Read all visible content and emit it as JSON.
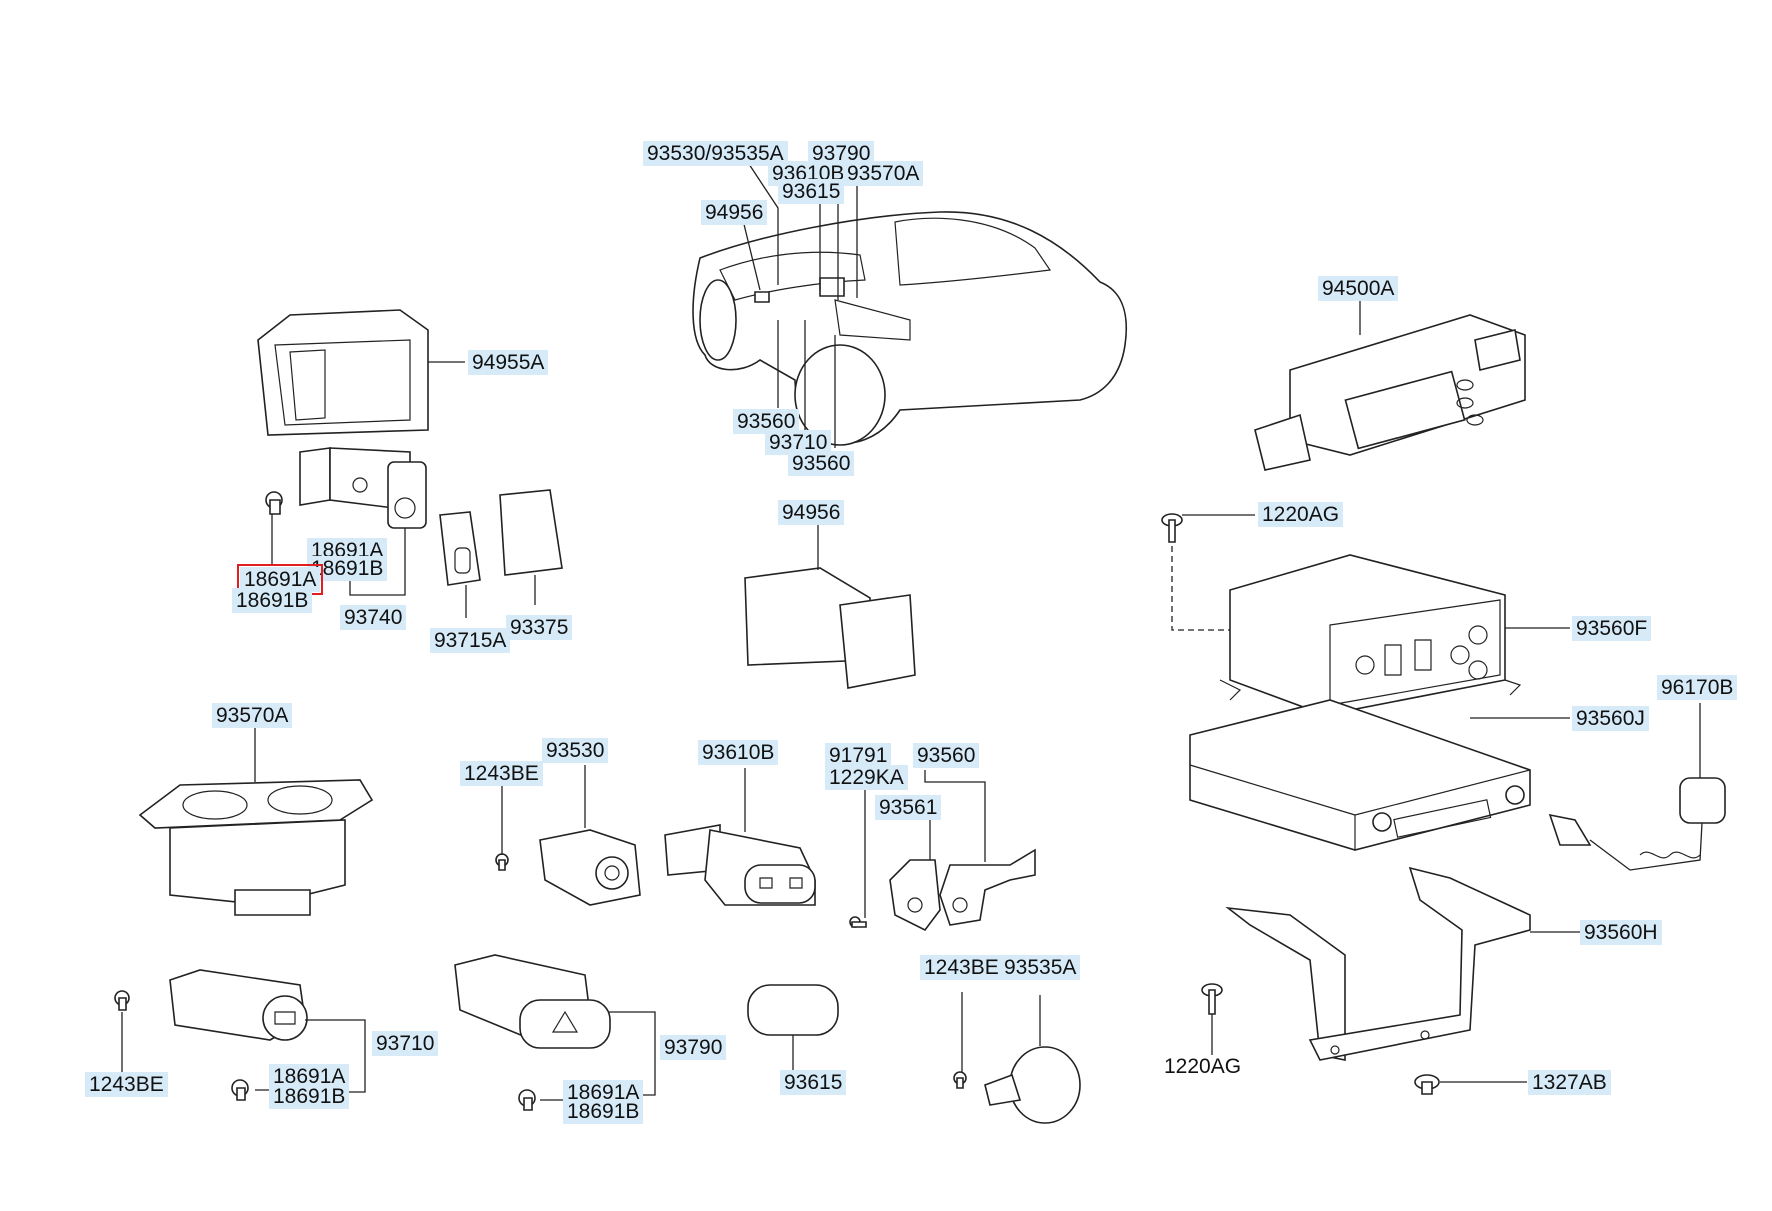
{
  "diagram": {
    "callouts": [
      {
        "id": "c1",
        "text": "93530/93535A"
      },
      {
        "id": "c2",
        "text": "93790"
      },
      {
        "id": "c3",
        "text": "93610B"
      },
      {
        "id": "c4",
        "text": "93570A"
      },
      {
        "id": "c5",
        "text": "93615"
      },
      {
        "id": "c6",
        "text": "94956"
      },
      {
        "id": "c7",
        "text": "93560"
      },
      {
        "id": "c8",
        "text": "93710"
      },
      {
        "id": "c9",
        "text": "93560"
      },
      {
        "id": "c10",
        "text": "94955A"
      },
      {
        "id": "c11",
        "text": "94500A"
      },
      {
        "id": "c12",
        "text": "18691A"
      },
      {
        "id": "c13",
        "text": "18691B"
      },
      {
        "id": "c14",
        "text": "18691A",
        "highlighted": true
      },
      {
        "id": "c15",
        "text": "18691B"
      },
      {
        "id": "c16",
        "text": "93740"
      },
      {
        "id": "c17",
        "text": "93715A"
      },
      {
        "id": "c18",
        "text": "93375"
      },
      {
        "id": "c19",
        "text": "94956"
      },
      {
        "id": "c20",
        "text": "1220AG"
      },
      {
        "id": "c21",
        "text": "93560F"
      },
      {
        "id": "c22",
        "text": "93560J"
      },
      {
        "id": "c23",
        "text": "96170B"
      },
      {
        "id": "c24",
        "text": "93570A"
      },
      {
        "id": "c25",
        "text": "93530"
      },
      {
        "id": "c26",
        "text": "1243BE"
      },
      {
        "id": "c27",
        "text": "93610B"
      },
      {
        "id": "c28",
        "text": "91791"
      },
      {
        "id": "c29",
        "text": "93560"
      },
      {
        "id": "c30",
        "text": "1229KA"
      },
      {
        "id": "c31",
        "text": "93561"
      },
      {
        "id": "c32",
        "text": "93560H"
      },
      {
        "id": "c33",
        "text": "1243BE"
      },
      {
        "id": "c34",
        "text": "93535A"
      },
      {
        "id": "c35",
        "text": "93710"
      },
      {
        "id": "c36",
        "text": "93790"
      },
      {
        "id": "c37",
        "text": "1243BE"
      },
      {
        "id": "c38",
        "text": "18691A"
      },
      {
        "id": "c39",
        "text": "18691B"
      },
      {
        "id": "c40",
        "text": "93615"
      },
      {
        "id": "c41",
        "text": "18691A"
      },
      {
        "id": "c42",
        "text": "18691B"
      },
      {
        "id": "c43",
        "text": "1220AG"
      },
      {
        "id": "c44",
        "text": "1327AB"
      }
    ]
  },
  "colors": {
    "label_bg": "#d6eaf8",
    "highlight": "#e02020",
    "line": "#222222"
  }
}
